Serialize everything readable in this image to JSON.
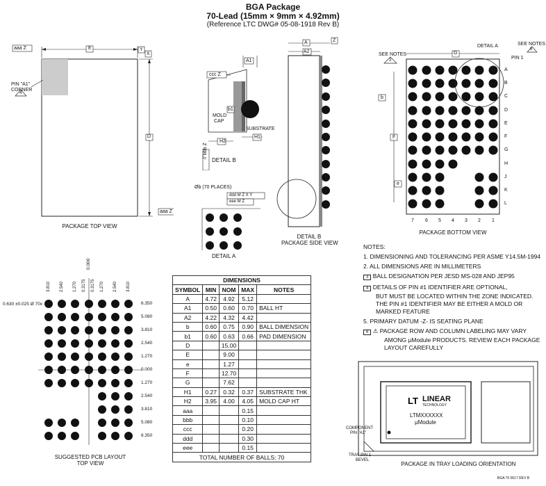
{
  "header": {
    "title": "BGA Package",
    "subtitle": "70-Lead (15mm × 9mm × 4.92mm)",
    "reference": "(Reference LTC DWG# 05-08-1918 Rev B)"
  },
  "top_view": {
    "caption": "PACKAGE TOP VIEW",
    "pin_a1": "PIN \"A1\"",
    "corner": "CORNER",
    "note_num": "4",
    "dim_e": "E",
    "dim_d": "D",
    "aaa_z": "aaa Z",
    "y": "Y",
    "x": "X"
  },
  "detail_b": {
    "caption": "DETAIL B",
    "ccc_z": "ccc Z",
    "a1": "A1",
    "b1": "b1",
    "mold_cap": "MOLD",
    "cap": "CAP",
    "substrate": "SUBSTRATE",
    "h1": "H1",
    "h2": "H2",
    "bbb_z": "// bbb Z",
    "z": "Z"
  },
  "side_view": {
    "caption1": "DETAIL B",
    "caption2": "PACKAGE SIDE VIEW",
    "a": "A",
    "a2": "A2",
    "z": "Z"
  },
  "detail_a": {
    "caption": "DETAIL A",
    "balls_label": "Øb (70 PLACES)",
    "ddd": "ddd M Z X Y",
    "eee": "eee M Z"
  },
  "bottom_view": {
    "caption": "PACKAGE BOTTOM VIEW",
    "see_notes": "SEE NOTES",
    "detail_a": "DETAIL A",
    "pin1": "PIN 1",
    "note3": "3",
    "note6": "6",
    "g": "G",
    "b": "b",
    "f": "F",
    "e": "e",
    "cols": [
      "7",
      "6",
      "5",
      "4",
      "3",
      "2",
      "1"
    ],
    "rows": [
      "A",
      "B",
      "C",
      "D",
      "E",
      "F",
      "G",
      "H",
      "J",
      "K",
      "L"
    ]
  },
  "pcb_layout": {
    "caption1": "SUGGESTED PCB LAYOUT",
    "caption2": "TOP VIEW",
    "pad_label": "0.630 ±0.025 Ø 70x",
    "top_labels": [
      "3.810",
      "2.540",
      "1.270",
      "0.3175",
      "0.3175",
      "1.270",
      "2.540",
      "3.810"
    ],
    "zero_top": "0.000",
    "right_labels": [
      "6.350",
      "5.080",
      "3.810",
      "2.540",
      "1.270",
      "0.000",
      "1.270",
      "2.540",
      "3.810",
      "5.080",
      "6.350"
    ]
  },
  "dimensions": {
    "title": "DIMENSIONS",
    "headers": [
      "SYMBOL",
      "MIN",
      "NOM",
      "MAX",
      "NOTES"
    ],
    "rows": [
      [
        "A",
        "4.72",
        "4.92",
        "5.12",
        ""
      ],
      [
        "A1",
        "0.50",
        "0.60",
        "0.70",
        "BALL HT"
      ],
      [
        "A2",
        "4.22",
        "4.32",
        "4.42",
        ""
      ],
      [
        "b",
        "0.60",
        "0.75",
        "0.90",
        "BALL DIMENSION"
      ],
      [
        "b1",
        "0.60",
        "0.63",
        "0.66",
        "PAD DIMENSION"
      ],
      [
        "D",
        "",
        "15.00",
        "",
        ""
      ],
      [
        "E",
        "",
        "9.00",
        "",
        ""
      ],
      [
        "e",
        "",
        "1.27",
        "",
        ""
      ],
      [
        "F",
        "",
        "12.70",
        "",
        ""
      ],
      [
        "G",
        "",
        "7.62",
        "",
        ""
      ],
      [
        "H1",
        "0.27",
        "0.32",
        "0.37",
        "SUBSTRATE THK"
      ],
      [
        "H2",
        "3.95",
        "4.00",
        "4.05",
        "MOLD CAP HT"
      ],
      [
        "aaa",
        "",
        "",
        "0.15",
        ""
      ],
      [
        "bbb",
        "",
        "",
        "0.10",
        ""
      ],
      [
        "ccc",
        "",
        "",
        "0.20",
        ""
      ],
      [
        "ddd",
        "",
        "",
        "0.30",
        ""
      ],
      [
        "eee",
        "",
        "",
        "0.15",
        ""
      ]
    ],
    "footer": "TOTAL NUMBER OF BALLS: 70"
  },
  "notes": {
    "title": "NOTES:",
    "n1": "1. DIMENSIONING AND TOLERANCING PER ASME Y14.5M-1994",
    "n2": "2. ALL DIMENSIONS ARE IN MILLIMETERS",
    "n3_num": "3",
    "n3": "BALL DESIGNATION PER JESD MS-028 AND JEP95",
    "n4_num": "4",
    "n4a": "DETAILS OF PIN #1 IDENTIFIER ARE OPTIONAL,",
    "n4b": "BUT MUST BE LOCATED WITHIN THE ZONE INDICATED.",
    "n4c": "THE PIN #1 IDENTIFIER MAY BE EITHER A MOLD OR",
    "n4d": "MARKED FEATURE",
    "n5": "5. PRIMARY DATUM -Z- IS SEATING PLANE",
    "n6_num": "6",
    "n6a": "PACKAGE ROW AND COLUMN LABELING MAY VARY",
    "n6b": "AMONG µModule PRODUCTS. REVIEW EACH PACKAGE",
    "n6c": "LAYOUT CAREFULLY"
  },
  "tray": {
    "caption": "PACKAGE IN TRAY LOADING ORIENTATION",
    "component_pin": "COMPONENT",
    "component_pin2": "PIN \"A1\"",
    "tray_pin": "TRAY PIN 1",
    "bevel": "BEVEL",
    "brand": "LINEAR",
    "brand_sub": "TECHNOLOGY",
    "part": "LTMXXXXXX",
    "module": "µModule"
  },
  "footer_code": "BGA 70 0617 REV B"
}
